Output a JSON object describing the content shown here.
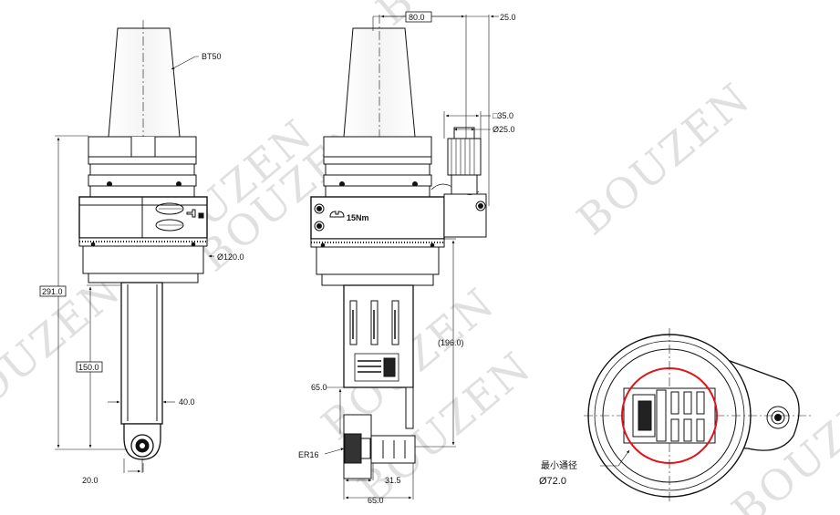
{
  "watermark": "BOUZEN",
  "front_view": {
    "taper_label": "BT50",
    "overall_length": "291.0",
    "spindle_length": "150.0",
    "body_diameter": "Ø120.0",
    "spindle_width": "40.0",
    "nose_offset": "20.0"
  },
  "side_view": {
    "top_offset": "80.0",
    "top_small": "25.0",
    "stop_block": "□35.0",
    "stop_pin": "Ø25.0",
    "torque": "15Nm",
    "reach": "(196.0)",
    "height": "65.0",
    "collet": "ER16",
    "nose_center": "31.5",
    "nose_length": "65.0"
  },
  "bottom_view": {
    "min_bore_label": "最小通径",
    "min_bore_value": "Ø72.0"
  }
}
